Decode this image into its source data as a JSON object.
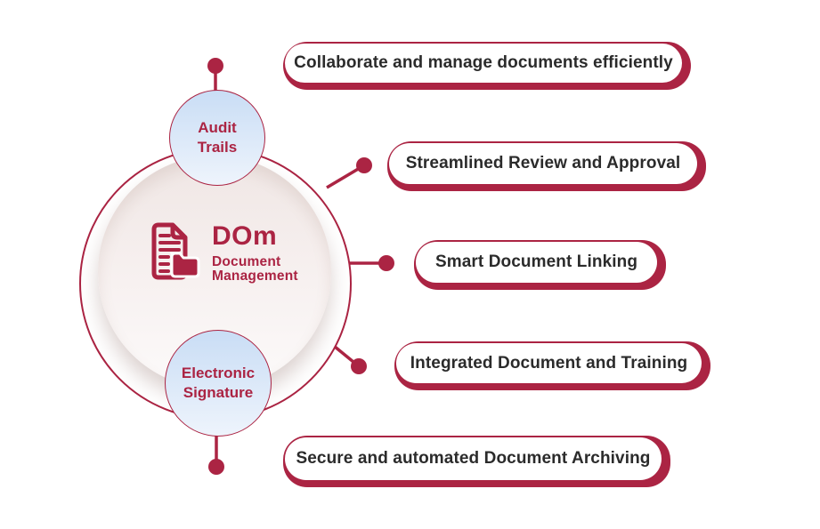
{
  "colors": {
    "background": "#ffffff",
    "accent": "#ab2443",
    "callout_text": "#2b2b2b",
    "bubble_top": "#c9ddf5",
    "bubble_bottom": "#eef4fc",
    "inner_top": "#efe6e4",
    "inner_bottom": "#fcfafa"
  },
  "center_logo": {
    "title": "DOm",
    "subtitle_line1": "Document",
    "subtitle_line2": "Management",
    "icon": "document-folder-icon"
  },
  "bubbles": [
    {
      "id": "audit-trails",
      "line1": "Audit",
      "line2": "Trails"
    },
    {
      "id": "electronic-signature",
      "line1": "Electronic",
      "line2": "Signature"
    }
  ],
  "callouts": [
    {
      "label": "Collaborate and manage documents efficiently"
    },
    {
      "label": "Streamlined Review and Approval"
    },
    {
      "label": "Smart Document Linking"
    },
    {
      "label": "Integrated Document and Training"
    },
    {
      "label": "Secure and automated Document Archiving"
    }
  ]
}
